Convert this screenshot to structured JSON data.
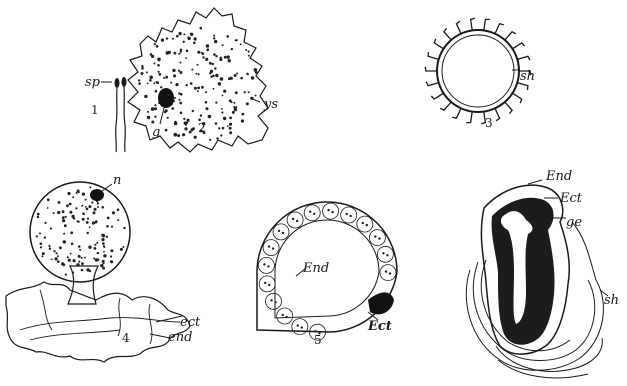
{
  "figure": {
    "numbers": {
      "f1": "1",
      "f2": "2",
      "f3": "3",
      "f4": "4",
      "f5": "5"
    },
    "labels": {
      "sp": "sp",
      "g": "g",
      "ys": "ys",
      "sh_top": "sh",
      "n": "n",
      "ect": "ect",
      "end": "end",
      "End_5": "End",
      "Ect_5": "Ect",
      "End_6": "End",
      "Ect_6": "Ect",
      "ge": "ge",
      "sh_6": "sh"
    },
    "colors": {
      "ink": "#1a1a1a",
      "paper": "#ffffff"
    }
  }
}
